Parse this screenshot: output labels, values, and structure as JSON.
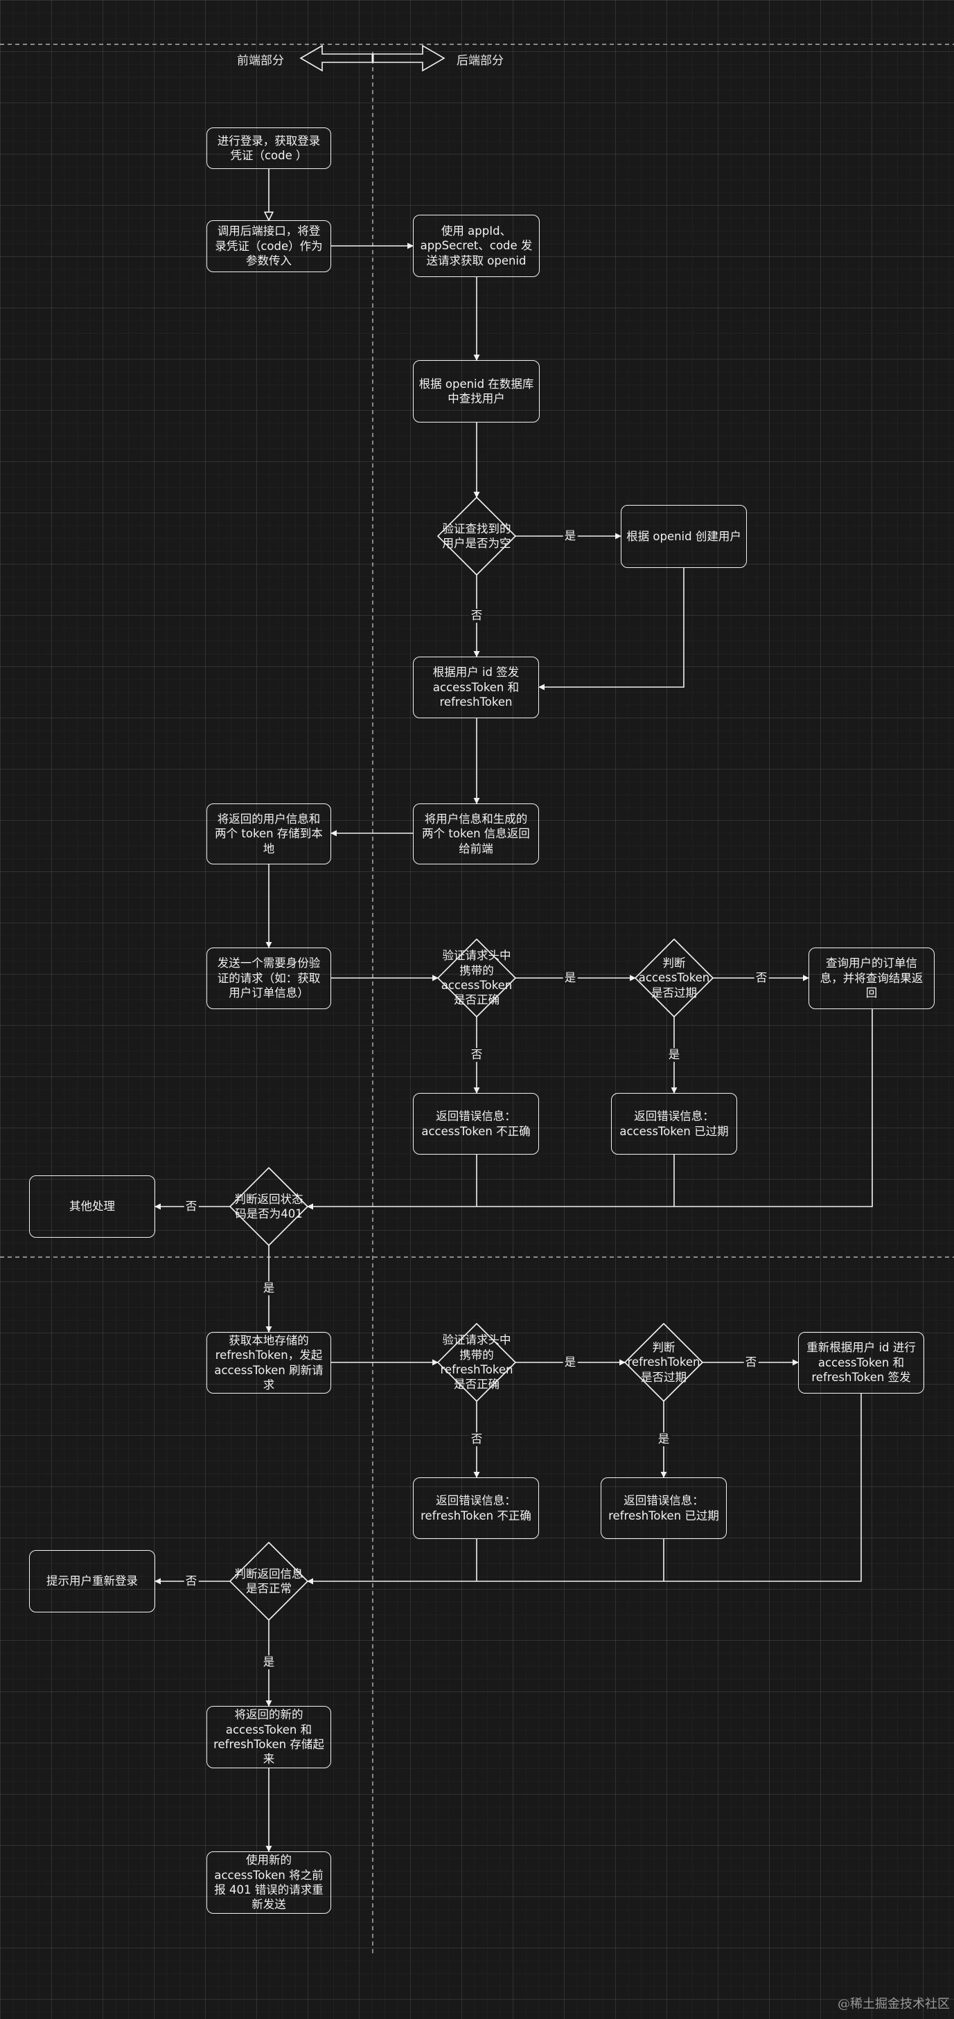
{
  "lanes": {
    "front": "前端部分",
    "back": "后端部分"
  },
  "nodes": {
    "login": "进行登录，获取登录\n凭证（code ）",
    "call_backend": "调用后端接口，将登\n录凭证（code）作为\n参数传入",
    "get_openid": "使用 appId、\nappSecret、code 发\n送请求获取 openid",
    "find_user": "根据 openid 在数据库\n中查找用户",
    "check_empty": "验证查找到的\n用户是否为空",
    "create_user": "根据 openid 创建用户",
    "issue_tokens": "根据用户 id  签发\naccessToken 和\nrefreshToken",
    "return_info": "将用户信息和生成的\n两个 token 信息返回\n给前端",
    "store_local": "将返回的用户信息和\n两个 token 存储到本\n地",
    "send_request": "发送一个需要身份验\n证的请求（如：获取\n用户订单信息）",
    "verify_access": "验证请求头中\n携带的\naccessToken\n是否正确",
    "access_expired": "判断\naccessToken\n是否过期",
    "query_orders": "查询用户的订单信\n息，并将查询结果返\n回",
    "err_access_invalid": "返回错误信息：\naccessToken 不正确",
    "err_access_expired": "返回错误信息：\naccessToken 已过期",
    "check_401": "判断返回状态\n码是否为401",
    "other_handling": "其他处理",
    "get_refresh": "获取本地存储的\nrefreshToken，发起\naccessToken 刷新请\n求",
    "verify_refresh": "验证请求头中\n携带的\nrefreshToken\n是否正确",
    "refresh_expired": "判断\nrefreshToken\n是否过期",
    "reissue": "重新根据用户 id 进行\naccessToken 和\nrefreshToken 签发",
    "err_refresh_invalid": "返回错误信息：\nrefreshToken 不正确",
    "err_refresh_expired": "返回错误信息：\nrefreshToken 已过期",
    "check_normal": "判断返回信息\n是否正常",
    "relogin": "提示用户重新登录",
    "store_new": "将返回的新的\naccessToken 和\nrefreshToken 存储起\n来",
    "resend": "使用新的\naccessToken 将之前\n报 401 错误的请求重\n新发送"
  },
  "edge_labels": {
    "yes": "是",
    "no": "否"
  },
  "watermark": "@稀土掘金技术社区",
  "colors": {
    "background": "#191919",
    "stroke": "#f2f2f2",
    "dashed": "#cfcfcf"
  }
}
